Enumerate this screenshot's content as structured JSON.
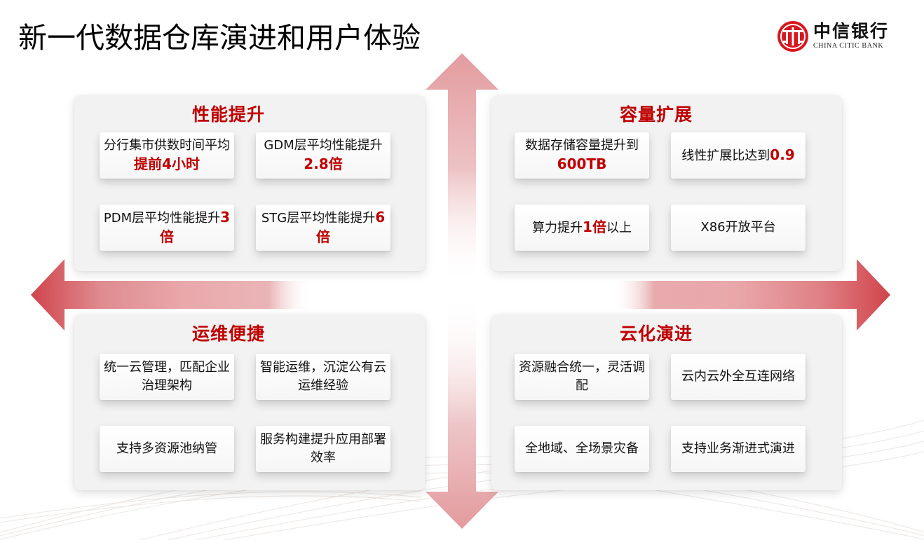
{
  "title": "新一代数据仓库演进和用户体验",
  "logo": {
    "name_cn": "中信银行",
    "name_en": "CHINA CITIC BANK",
    "icon": "citic-logo-icon"
  },
  "colors": {
    "accent": "#c00000",
    "panel_bg": "#f2f2f2",
    "arrow": "#d94f55",
    "arrow_light": "#e8a3a6"
  },
  "arrows": [
    "arrow-up-icon",
    "arrow-down-icon",
    "arrow-left-icon",
    "arrow-right-icon"
  ],
  "quadrants": [
    {
      "title": "性能提升",
      "cards": [
        {
          "text": "分行集市供数时间平均",
          "highlight": "提前4小时",
          "suffix": ""
        },
        {
          "text": "GDM层平均性能提升",
          "highlight": "2.8倍",
          "suffix": ""
        },
        {
          "text": "PDM层平均性能提升",
          "highlight": "3倍",
          "suffix": ""
        },
        {
          "text": "STG层平均性能提升",
          "highlight": "6倍",
          "suffix": ""
        }
      ]
    },
    {
      "title": "容量扩展",
      "cards": [
        {
          "text": "数据存储容量提升到",
          "highlight": "600TB",
          "suffix": ""
        },
        {
          "text": "线性扩展比达到",
          "highlight": "0.9",
          "suffix": ""
        },
        {
          "text": "算力提升",
          "highlight": "1倍",
          "suffix": "以上"
        },
        {
          "text": "X86开放平台",
          "highlight": "",
          "suffix": ""
        }
      ]
    },
    {
      "title": "运维便捷",
      "cards": [
        {
          "text": "统一云管理，匹配企业治理架构",
          "highlight": "",
          "suffix": ""
        },
        {
          "text": "智能运维，沉淀公有云运维经验",
          "highlight": "",
          "suffix": ""
        },
        {
          "text": "支持多资源池纳管",
          "highlight": "",
          "suffix": ""
        },
        {
          "text": "服务构建提升应用部署效率",
          "highlight": "",
          "suffix": ""
        }
      ]
    },
    {
      "title": "云化演进",
      "cards": [
        {
          "text": "资源融合统一，灵活调配",
          "highlight": "",
          "suffix": ""
        },
        {
          "text": "云内云外全互连网络",
          "highlight": "",
          "suffix": ""
        },
        {
          "text": "全地域、全场景灾备",
          "highlight": "",
          "suffix": ""
        },
        {
          "text": "支持业务渐进式演进",
          "highlight": "",
          "suffix": ""
        }
      ]
    }
  ]
}
